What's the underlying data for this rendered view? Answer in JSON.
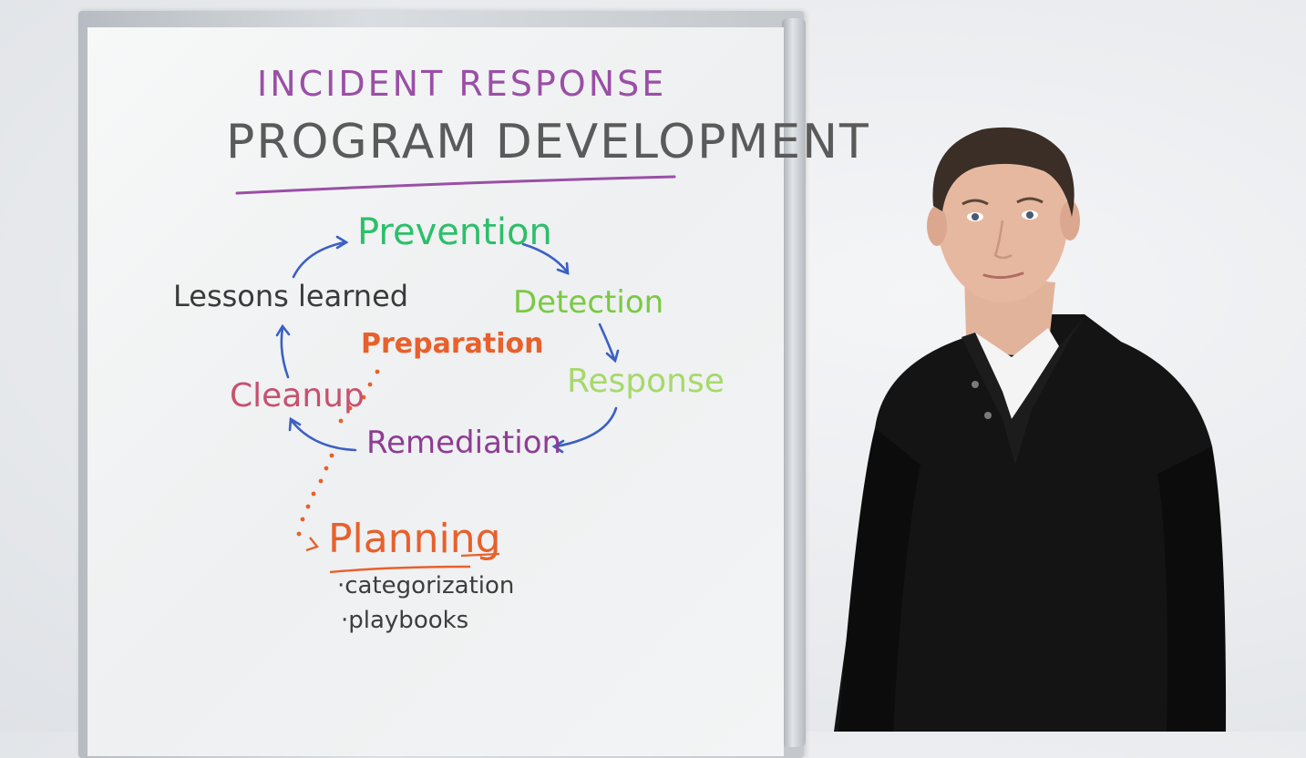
{
  "whiteboard": {
    "title_line1": "INCIDENT RESPONSE",
    "title_line2": "PROGRAM DEVELOPMENT",
    "cycle": {
      "prevention": "Prevention",
      "detection": "Detection",
      "response": "Response",
      "remediation": "Remediation",
      "cleanup": "Cleanup",
      "lessons_learned": "Lessons learned",
      "preparation": "Preparation"
    },
    "planning": {
      "heading": "Planning",
      "bullets": [
        "·categorization",
        "·playbooks"
      ]
    },
    "colors": {
      "title_purple": "#9a4fa6",
      "title_gray": "#5a5a5a",
      "prevention_green": "#2dbf6a",
      "detection_green": "#7ac943",
      "response_lightgreen": "#a6d96a",
      "remediation_purple": "#8e3c94",
      "cleanup_pink": "#c8506f",
      "preparation_orange": "#e8602c",
      "arrow_blue": "#3b5fc4"
    }
  }
}
